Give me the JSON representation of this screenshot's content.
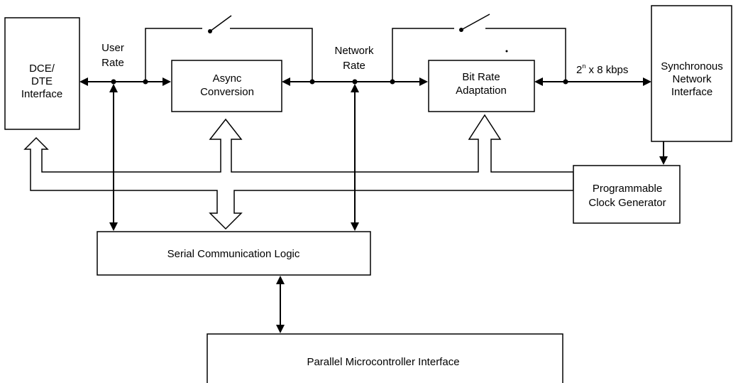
{
  "blocks": {
    "dce_dte": [
      "DCE/",
      "DTE",
      "Interface"
    ],
    "async": [
      "Async",
      "Conversion"
    ],
    "bit_rate": [
      "Bit Rate",
      "Adaptation"
    ],
    "sync_net": [
      "Synchronous",
      "Network",
      "Interface"
    ],
    "clock": [
      "Programmable",
      "Clock Generator"
    ],
    "serial": "Serial Communication Logic",
    "parallel": "Parallel Microcontroller Interface"
  },
  "labels": {
    "user_rate": [
      "User",
      "Rate"
    ],
    "network_rate": [
      "Network",
      "Rate"
    ],
    "rate_prefix": "2",
    "rate_exp": "n",
    "rate_suffix": " x 8 kbps"
  }
}
